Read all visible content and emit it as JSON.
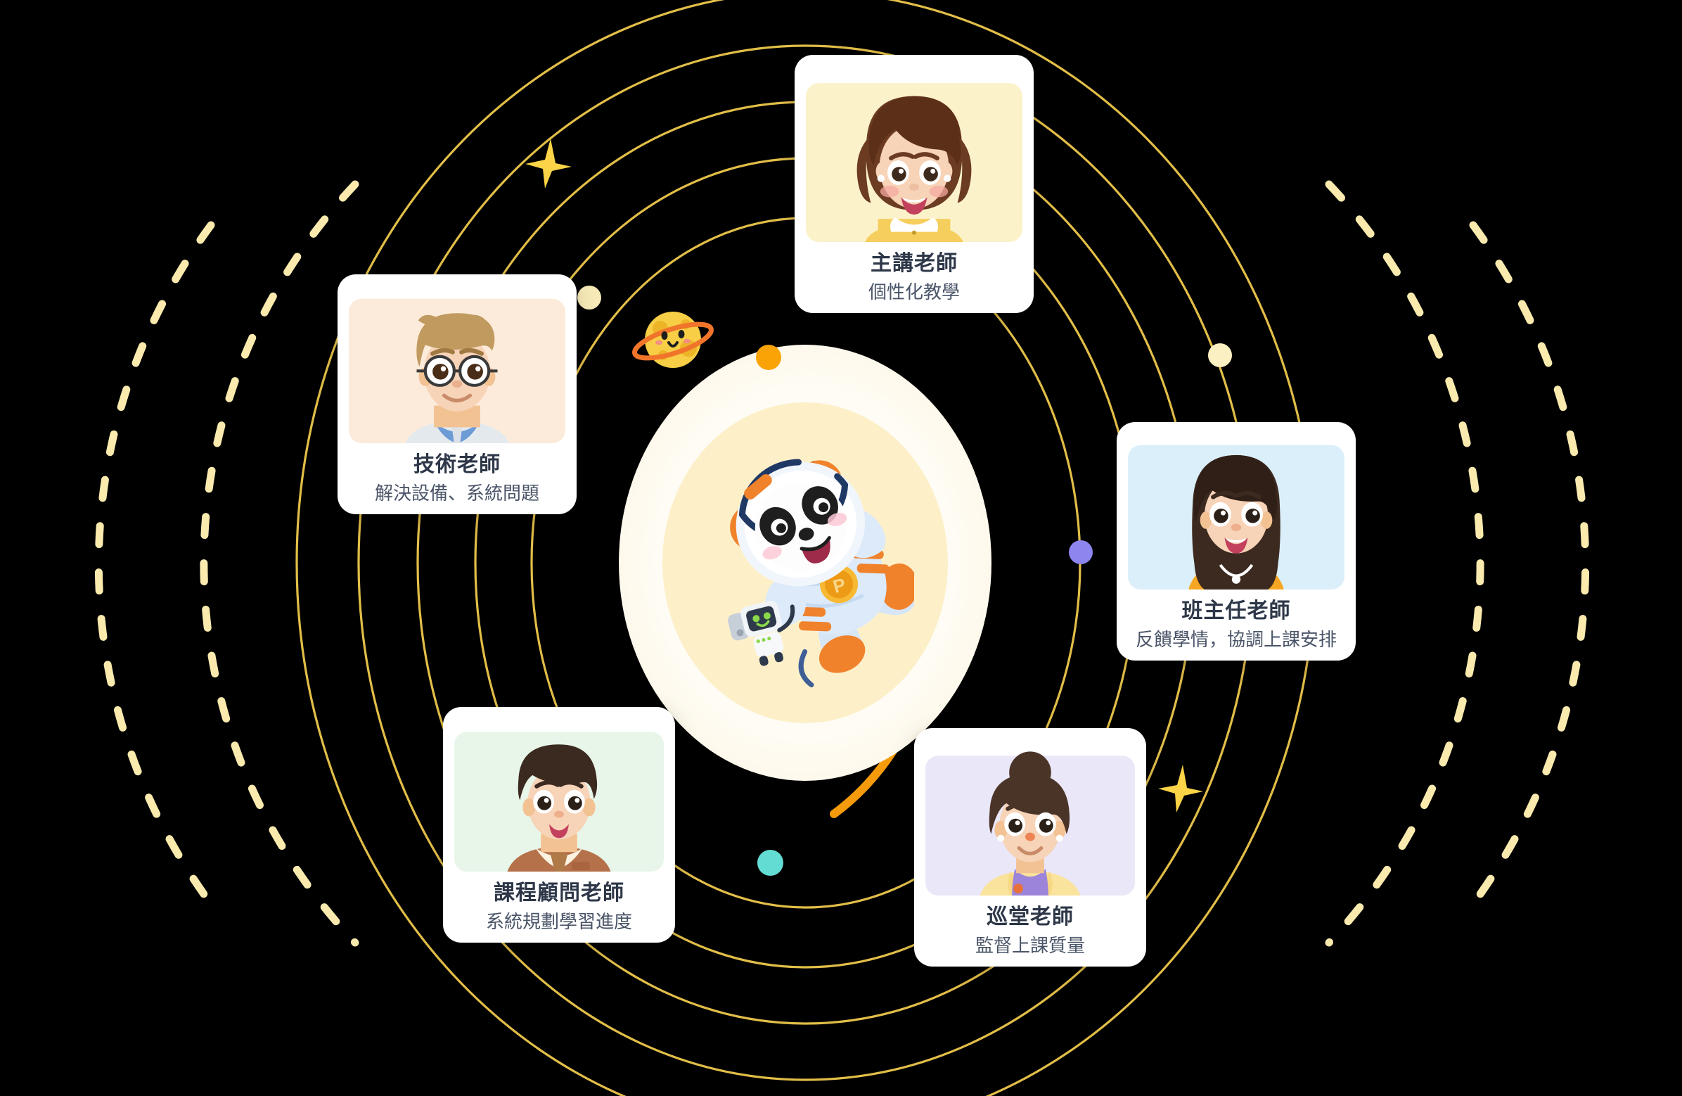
{
  "scene": {
    "title": "Teacher roles orbit infographic",
    "background_color": "#000000",
    "hub_colors": {
      "outer": "#FEFCF5",
      "inner": "#FDF0C9",
      "orbit_accent": "#F59B0B"
    },
    "orbit_color": "#EFC94C",
    "dashed_arc_color": "#FAEAAE"
  },
  "center": {
    "mascot_name": "panda-astronaut",
    "badge_letter": "P",
    "companion_name": "robot-helper"
  },
  "decorations": [
    {
      "name": "saturn-planet",
      "color": "#F7CE45",
      "ring_color": "#F0752B"
    },
    {
      "name": "sparkle-star-top-left",
      "color": "#FBD447"
    },
    {
      "name": "sparkle-star-bottom-right",
      "color": "#FBD447"
    },
    {
      "name": "orbit-dot-cream-left",
      "color": "#F8EBB9"
    },
    {
      "name": "orbit-dot-cream-right",
      "color": "#FBF0C2"
    },
    {
      "name": "orbit-dot-purple",
      "color": "#8D86EF"
    },
    {
      "name": "orbit-dot-teal",
      "color": "#63DCD3"
    },
    {
      "name": "orbit-dot-orange",
      "color": "#FAA307"
    }
  ],
  "cards": [
    {
      "id": "lecturer",
      "title": "主講老師",
      "subtitle": "個性化教學",
      "photo_bg": "#FCF2C9",
      "avatar": "female-curly-brown-hair"
    },
    {
      "id": "tech",
      "title": "技術老師",
      "subtitle": "解決設備、系統問題",
      "photo_bg": "#FCEBDA",
      "avatar": "male-glasses-blond"
    },
    {
      "id": "head",
      "title": "班主任老師",
      "subtitle": "反饋學情，協調上課安排",
      "photo_bg": "#DBEFFB",
      "avatar": "female-long-dark-hair"
    },
    {
      "id": "advisor",
      "title": "課程顧問老師",
      "subtitle": "系統規劃學習進度",
      "photo_bg": "#E8F6EA",
      "avatar": "male-short-dark-hair"
    },
    {
      "id": "patrol",
      "title": "巡堂老師",
      "subtitle": "監督上課質量",
      "photo_bg": "#EAE7F8",
      "avatar": "female-hair-bun"
    }
  ]
}
